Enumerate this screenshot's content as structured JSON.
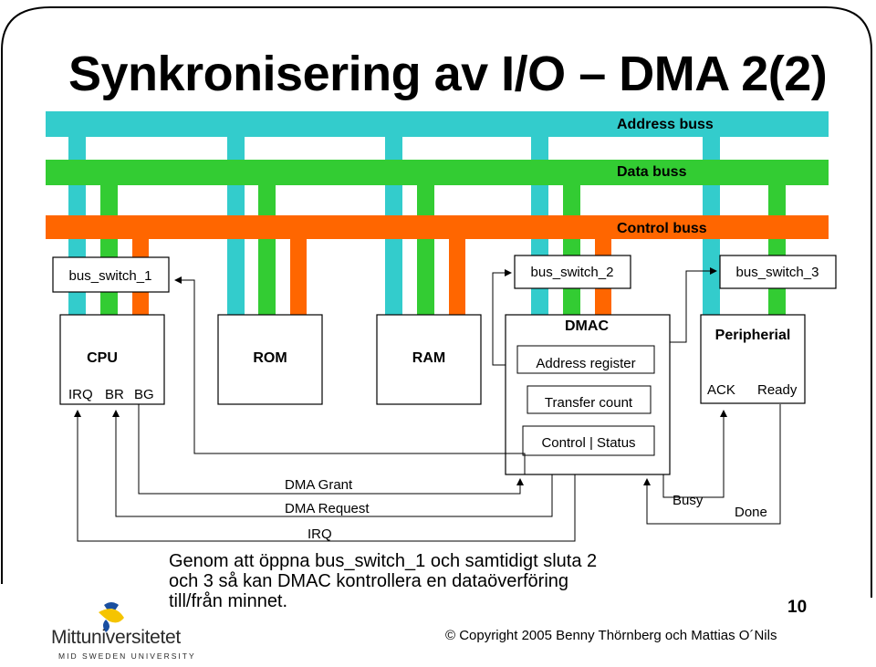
{
  "slide": {
    "title": "Synkronisering av I/O – DMA 2(2)",
    "page_number": "10",
    "copyright": "© Copyright 2005 Benny Thörnberg och Mattias O´Nils",
    "caption_lines": [
      "Genom att öppna bus_switch_1 och samtidigt sluta 2",
      "och 3 så kan DMAC kontrollera en dataöverföring",
      "till/från minnet."
    ]
  },
  "logo": {
    "name": "Mittuniversitetet",
    "subtitle": "MID SWEDEN UNIVERSITY"
  },
  "diagram": {
    "buses": {
      "address": {
        "label": "Address buss",
        "color": "#33cccc"
      },
      "data": {
        "label": "Data buss",
        "color": "#33cc33"
      },
      "control": {
        "label": "Control buss",
        "color": "#ff6600"
      }
    },
    "switches": {
      "sw1": "bus_switch_1",
      "sw2": "bus_switch_2",
      "sw3": "bus_switch_3"
    },
    "cpu": {
      "label": "CPU",
      "irq": "IRQ",
      "br": "BR",
      "bg": "BG"
    },
    "rom": {
      "label": "ROM"
    },
    "ram": {
      "label": "RAM"
    },
    "dmac": {
      "label": "DMAC",
      "address_register": "Address register",
      "transfer_count": "Transfer count",
      "control_status": "Control | Status"
    },
    "peripheral": {
      "label": "Peripherial",
      "ack": "ACK",
      "ready": "Ready"
    },
    "signals": {
      "dma_grant": "DMA Grant",
      "dma_request": "DMA Request",
      "irq": "IRQ",
      "busy": "Busy",
      "done": "Done"
    }
  }
}
